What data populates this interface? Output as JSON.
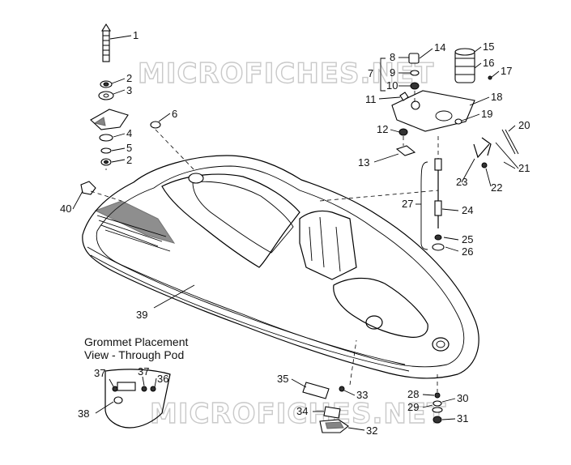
{
  "watermark": "MICROFICHES.NET",
  "caption": {
    "line1": "Grommet Placement",
    "line2": "View - Through Pod"
  },
  "callouts": {
    "c1": "1",
    "c2a": "2",
    "c3": "3",
    "c4": "4",
    "c5": "5",
    "c2b": "2",
    "c6": "6",
    "c7": "7",
    "c8": "8",
    "c9": "9",
    "c10": "10",
    "c11": "11",
    "c12": "12",
    "c13": "13",
    "c14": "14",
    "c15": "15",
    "c16": "16",
    "c17": "17",
    "c18": "18",
    "c19": "19",
    "c20": "20",
    "c21": "21",
    "c22": "22",
    "c23": "23",
    "c24": "24",
    "c25": "25",
    "c26": "26",
    "c27": "27",
    "c28": "28",
    "c29": "29",
    "c30": "30",
    "c31": "31",
    "c32": "32",
    "c33": "33",
    "c34": "34",
    "c35": "35",
    "c36": "36",
    "c37a": "37",
    "c37b": "37",
    "c38": "38",
    "c39": "39",
    "c40": "40"
  }
}
